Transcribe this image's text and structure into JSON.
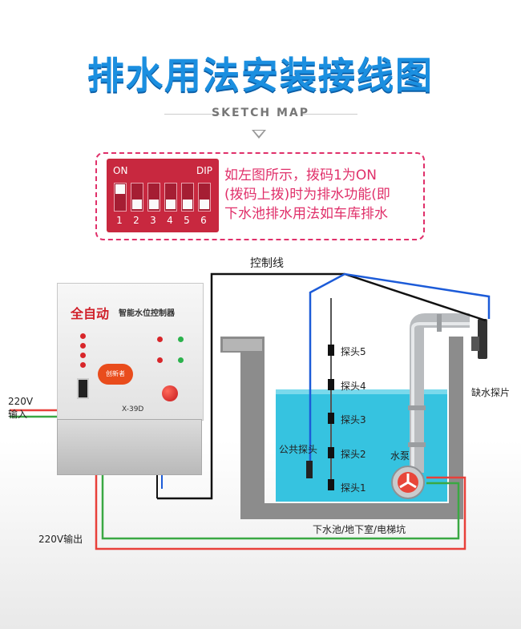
{
  "header": {
    "title": "排水用法安装接线图",
    "subtitle": "SKETCH MAP"
  },
  "dip_switch": {
    "on_label": "ON",
    "dip_label": "DIP",
    "numbers": [
      "1",
      "2",
      "3",
      "4",
      "5",
      "6"
    ]
  },
  "instruction": {
    "lines": [
      "如左图所示，拨码1为ON",
      "(拨码上拨)时为排水功能(即",
      "下水池排水用法如车库排水"
    ]
  },
  "device": {
    "brand": "全自动",
    "name": "智能水位控制器",
    "model": "X-39D",
    "logo": "创新者"
  },
  "labels": {
    "control_line": "控制线",
    "power_in": "220V\n输入",
    "power_out": "220V输出",
    "common_probe": "公共探头",
    "pump": "水泵",
    "no_water_probe": "缺水探片",
    "basin": "下水池/地下室/电梯坑",
    "probes": [
      "探头5",
      "探头4",
      "探头3",
      "探头2",
      "探头1"
    ]
  },
  "colors": {
    "title_blue": "#1b8fe0",
    "accent_pink": "#e0306a",
    "water": "#36c3e0",
    "wire_red": "#e8403a",
    "wire_green": "#3aa843",
    "wire_blue": "#1c5bd8"
  }
}
